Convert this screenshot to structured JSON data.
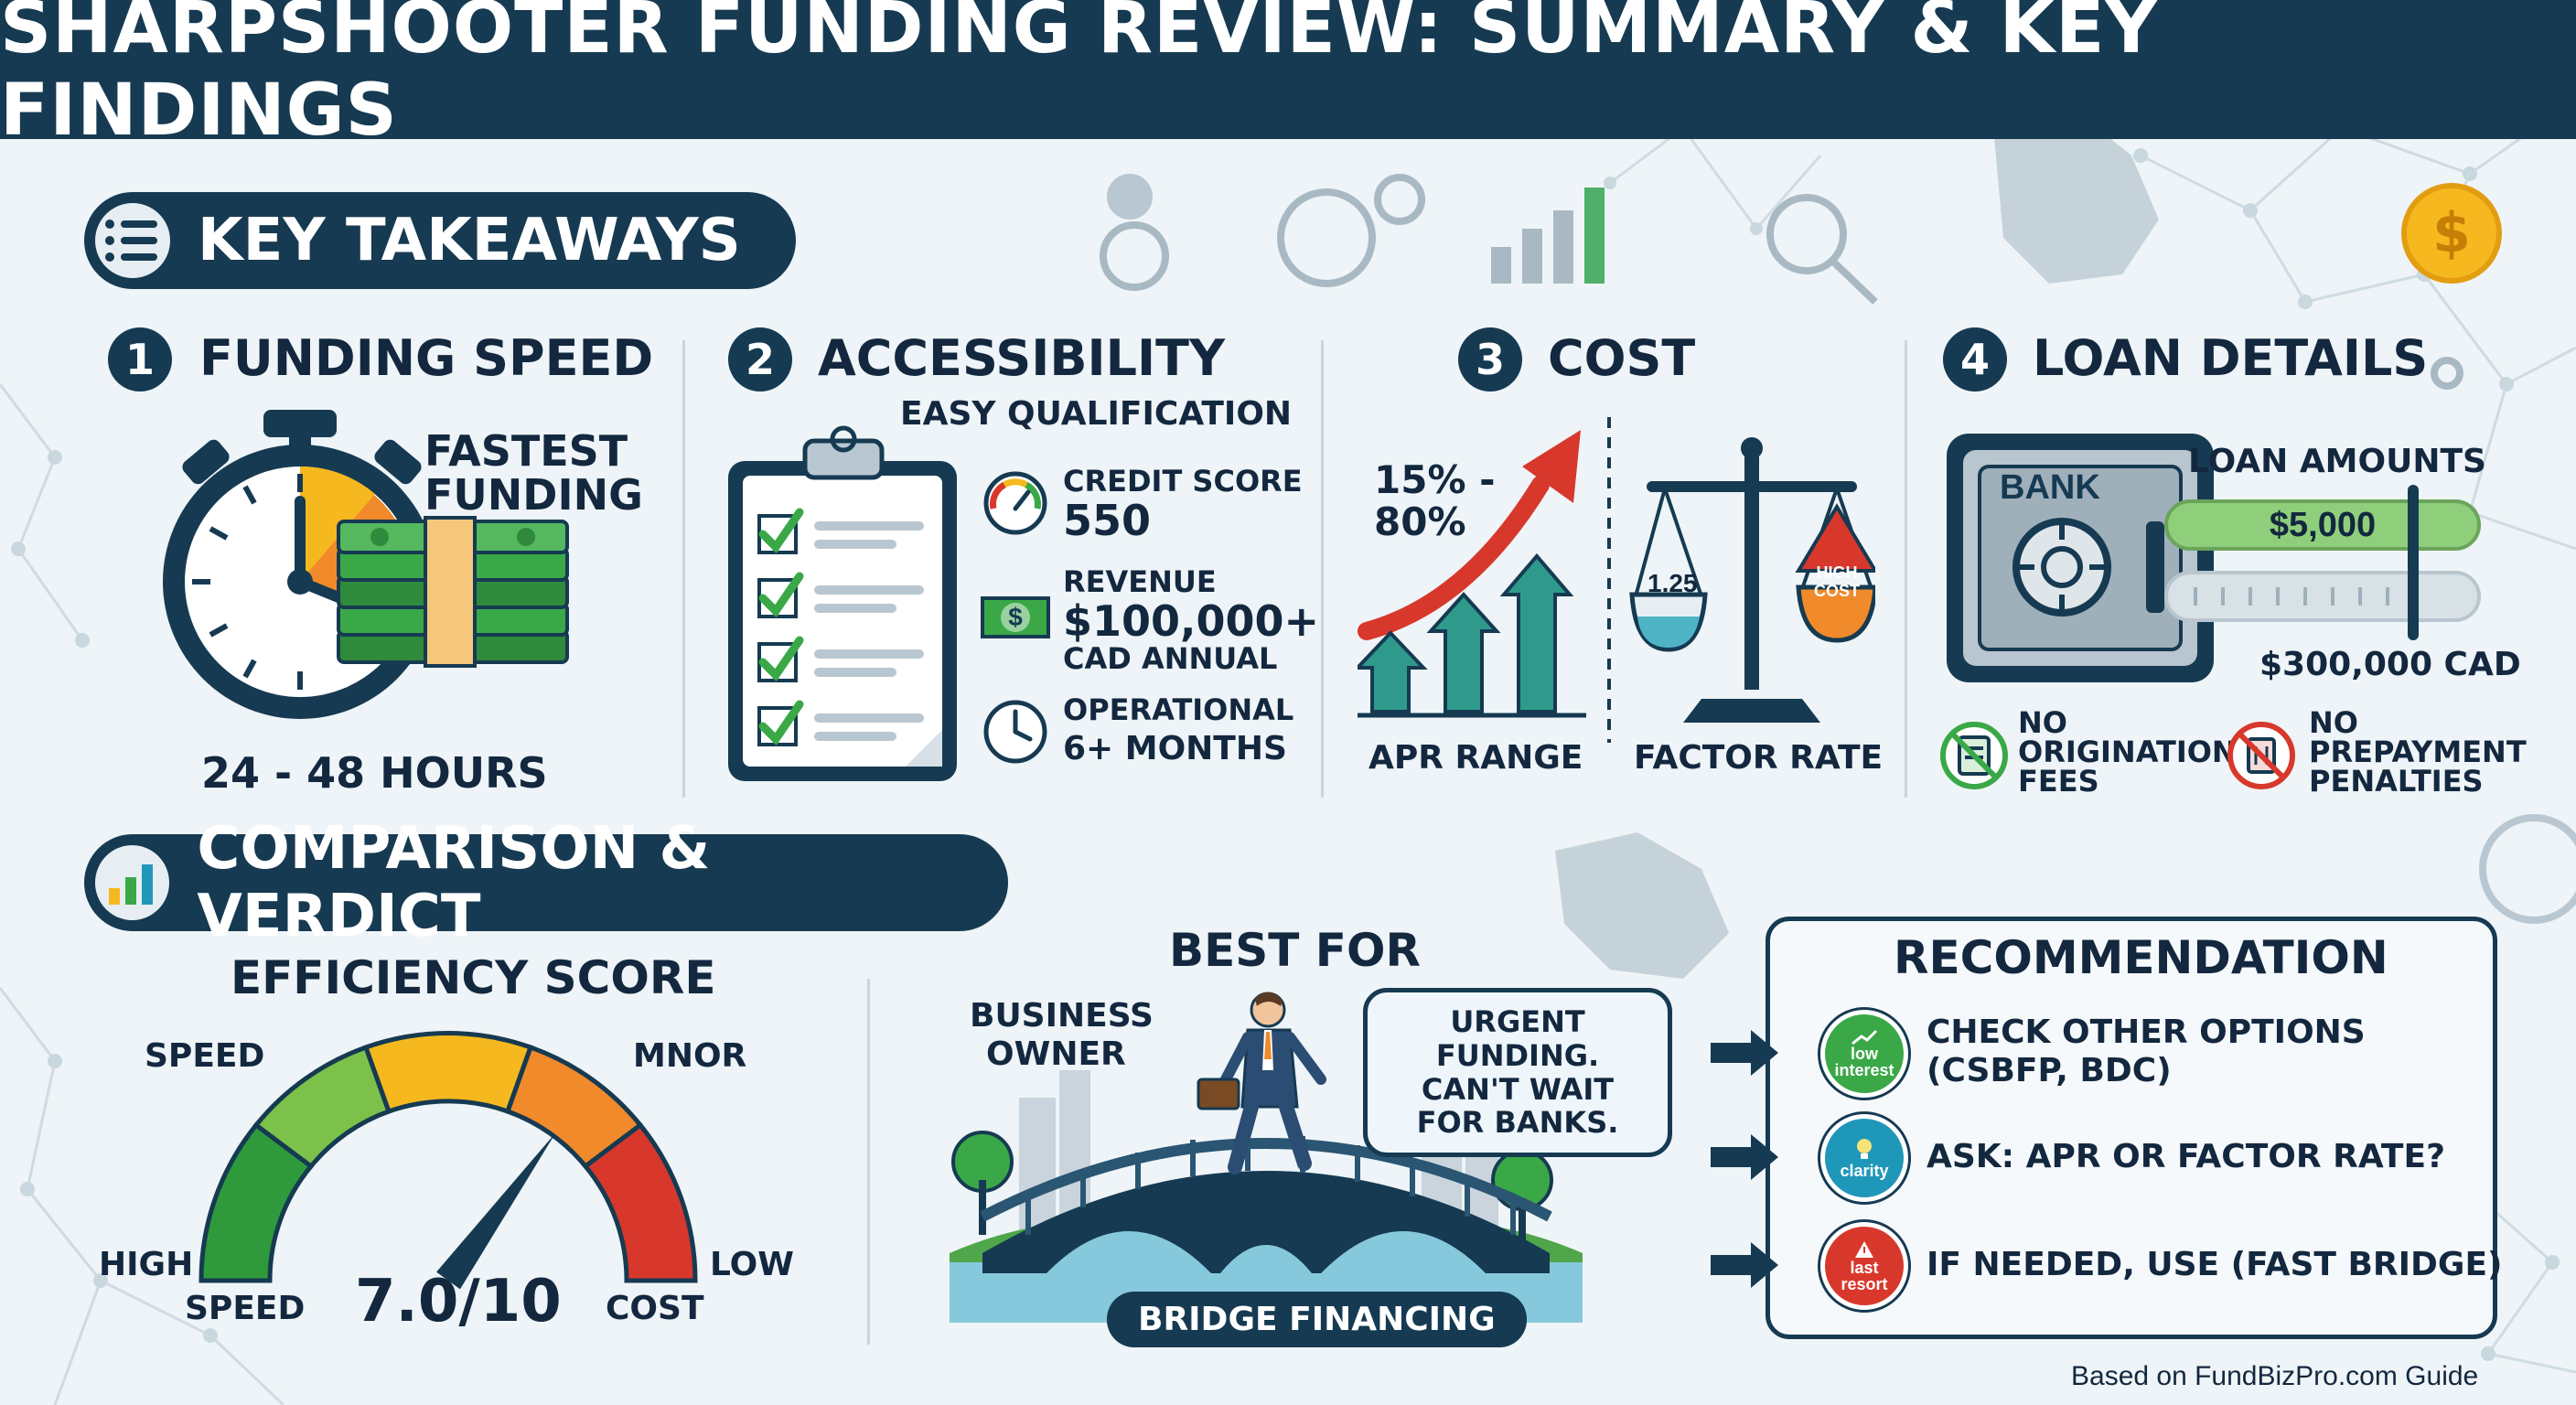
{
  "header": {
    "title": "SHARPSHOOTER FUNDING REVIEW: SUMMARY & KEY FINDINGS"
  },
  "key_takeaways": {
    "title": "KEY TAKEAWAYS",
    "funding_speed": {
      "number": "1",
      "title": "FUNDING SPEED",
      "label_line1": "FASTEST",
      "label_line2": "FUNDING",
      "time": "24 - 48 HOURS"
    },
    "accessibility": {
      "number": "2",
      "title": "ACCESSIBILITY",
      "subtitle": "EASY QUALIFICATION",
      "credit_label": "CREDIT SCORE",
      "credit_value": "550",
      "revenue_label": "REVENUE",
      "revenue_value": "$100,000+",
      "revenue_unit": "CAD ANNUAL",
      "operational_label": "OPERATIONAL",
      "operational_value": "6+ MONTHS",
      "money_symbol": "$"
    },
    "cost": {
      "number": "3",
      "title": "COST",
      "apr_line1": "15% -",
      "apr_line2": "80%",
      "apr_label": "APR RANGE",
      "factor_value": "1.25",
      "high_cost_line1": "HIGH",
      "high_cost_line2": "COST",
      "factor_label": "FACTOR RATE"
    },
    "loan_details": {
      "number": "4",
      "title": "LOAN DETAILS",
      "safe_label": "BANK",
      "amounts_label": "LOAN AMOUNTS",
      "min_amount": "$5,000",
      "max_amount": "$300,000 CAD",
      "no_orig_line1": "NO",
      "no_orig_line2": "ORIGINATION",
      "no_orig_line3": "FEES",
      "no_prepay_line1": "NO",
      "no_prepay_line2": "PREPAYMENT",
      "no_prepay_line3": "PENALTIES"
    }
  },
  "comparison": {
    "title": "COMPARISON & VERDICT",
    "efficiency": {
      "title": "EFFICIENCY SCORE",
      "speed_label": "SPEED",
      "minor_label": "MNOR",
      "high_label": "HIGH",
      "speed_bottom": "SPEED",
      "low_label": "LOW",
      "cost_label": "COST",
      "score": "7.0/10",
      "score_value": 7.0,
      "score_max": 10
    },
    "best_for": {
      "title": "BEST FOR",
      "owner_line1": "BUSINESS",
      "owner_line2": "OWNER",
      "bubble_line1": "URGENT FUNDING.",
      "bubble_line2": "CAN'T WAIT",
      "bubble_line3": "FOR BANKS.",
      "bridge_label": "BRIDGE FINANCING"
    },
    "recommendation": {
      "title": "RECOMMENDATION",
      "items": [
        {
          "icon_line1": "low",
          "icon_line2": "interest",
          "line1": "CHECK OTHER OPTIONS",
          "line2": "(CSBFP, BDC)",
          "color": "#3aa847"
        },
        {
          "icon_line1": "clarity",
          "icon_line2": "",
          "line1": "ASK: APR OR FACTOR RATE?",
          "line2": "",
          "color": "#1f97b8"
        },
        {
          "icon_line1": "last",
          "icon_line2": "resort",
          "line1": "IF NEEDED, USE (FAST BRIDGE)",
          "line2": "",
          "color": "#d8382c"
        }
      ]
    }
  },
  "footer": {
    "note": "Based on FundBizPro.com Guide"
  },
  "colors": {
    "navy": "#163a52",
    "green": "#3aa847",
    "teal": "#2f9a8c",
    "orange": "#f08a2a",
    "red": "#d8382c",
    "yellow": "#f6b81f"
  }
}
